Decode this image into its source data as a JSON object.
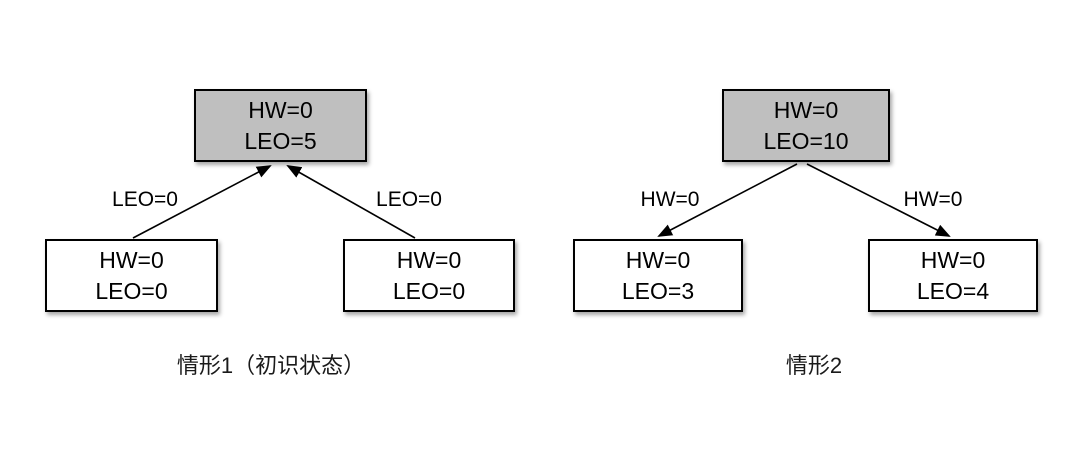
{
  "diagram": {
    "title_hint": "Kafka HW/LEO replica states",
    "colors": {
      "leader_fill": "#bfbfbf",
      "follower_fill": "#ffffff",
      "border": "#000000",
      "line": "#000000",
      "text": "#000000"
    },
    "scenarios": [
      {
        "caption": "情形1（初识状态）",
        "leader": {
          "line1": "HW=0",
          "line2": "LEO=5"
        },
        "followers": [
          {
            "line1": "HW=0",
            "line2": "LEO=0"
          },
          {
            "line1": "HW=0",
            "line2": "LEO=0"
          }
        ],
        "edge_labels": [
          "LEO=0",
          "LEO=0"
        ],
        "arrow_direction": "followers-to-leader"
      },
      {
        "caption": "情形2",
        "leader": {
          "line1": "HW=0",
          "line2": "LEO=10"
        },
        "followers": [
          {
            "line1": "HW=0",
            "line2": "LEO=3"
          },
          {
            "line1": "HW=0",
            "line2": "LEO=4"
          }
        ],
        "edge_labels": [
          "HW=0",
          "HW=0"
        ],
        "arrow_direction": "leader-to-followers"
      }
    ]
  }
}
